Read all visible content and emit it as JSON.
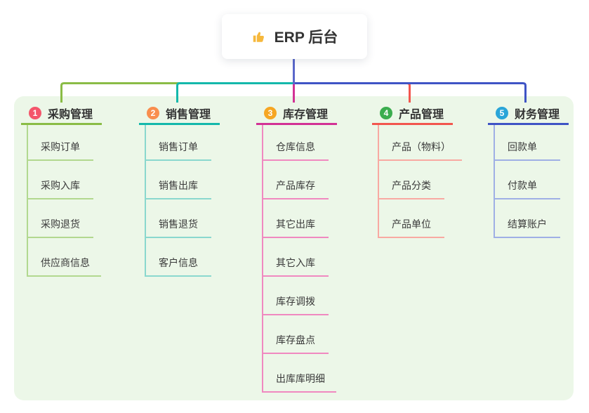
{
  "root": {
    "label": "ERP 后台",
    "icon": "thumbs-up-icon"
  },
  "colors": {
    "panel_bg": "#ecf7e8",
    "root_connector": "#5a67ca",
    "title_text": "#333333",
    "child_text": "#3a3a3a",
    "thumb_icon": "#f6b83c"
  },
  "branches": [
    {
      "badge": "1",
      "label": "采购管理",
      "badge_color": "#f4566b",
      "line_color": "#8abc46",
      "child_line_color": "#b2d88f",
      "children": [
        "采购订单",
        "采购入库",
        "采购退货",
        "供应商信息"
      ]
    },
    {
      "badge": "2",
      "label": "销售管理",
      "badge_color": "#f98e4e",
      "line_color": "#14b8ab",
      "child_line_color": "#8ad8ce",
      "children": [
        "销售订单",
        "销售出库",
        "销售退货",
        "客户信息"
      ]
    },
    {
      "badge": "3",
      "label": "库存管理",
      "badge_color": "#d23295",
      "line_color": "#d23295",
      "child_line_color": "#f089c0",
      "children": [
        "仓库信息",
        "产品库存",
        "其它出库",
        "其它入库",
        "库存调拨",
        "库存盘点",
        "出库库明细"
      ]
    },
    {
      "badge": "4",
      "label": "产品管理",
      "badge_color": "#3bad4e",
      "line_color": "#f2564e",
      "child_line_color": "#f8a9a2",
      "children": [
        "产品（物料）",
        "产品分类",
        "产品单位"
      ]
    },
    {
      "badge": "5",
      "label": "财务管理",
      "badge_color": "#2aa5d8",
      "line_color": "#3f54c5",
      "child_line_color": "#9fafe5",
      "children": [
        "回款单",
        "付款单",
        "结算账户"
      ]
    }
  ],
  "badge_colors_note": [
    "#f4566b",
    "#f98e4e",
    "#f6a623",
    "#3bad4e",
    "#2aa5d8"
  ]
}
